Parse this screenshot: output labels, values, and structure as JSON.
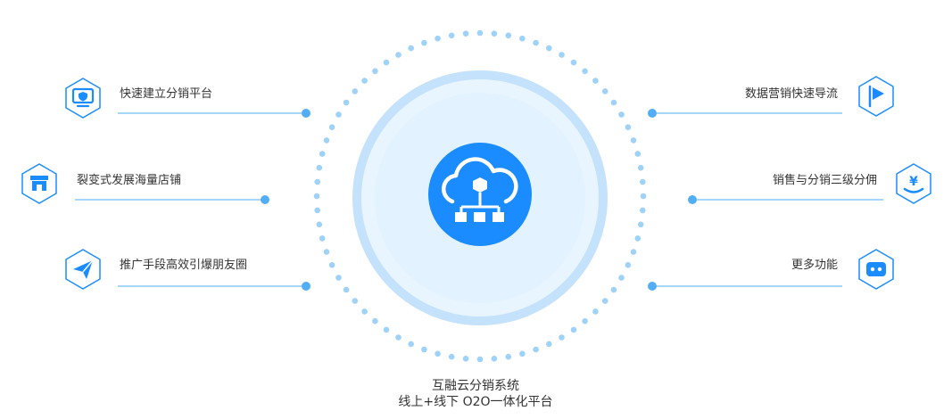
{
  "colors": {
    "accent": "#1a8cff",
    "connector": "#52aef4",
    "ring": "#c4e2fb",
    "halo": "#e9f5fe",
    "dots": "#9fd2f8"
  },
  "center": {
    "icon": "cloud-network-icon"
  },
  "features_left": [
    {
      "label": "快速建立分销平台",
      "icon": "monitor-shield-icon"
    },
    {
      "label": "裂变式发展海量店铺",
      "icon": "storefront-icon"
    },
    {
      "label": "推广手段高效引爆朋友圈",
      "icon": "paper-plane-icon"
    }
  ],
  "features_right": [
    {
      "label": "数据营销快速导流",
      "icon": "flag-icon"
    },
    {
      "label": "销售与分销三级分佣",
      "icon": "yen-hand-icon"
    },
    {
      "label": "更多功能",
      "icon": "more-dots-icon"
    }
  ],
  "caption": {
    "line1": "互融云分销系统",
    "line2": "线上+线下 O2O一体化平台"
  }
}
